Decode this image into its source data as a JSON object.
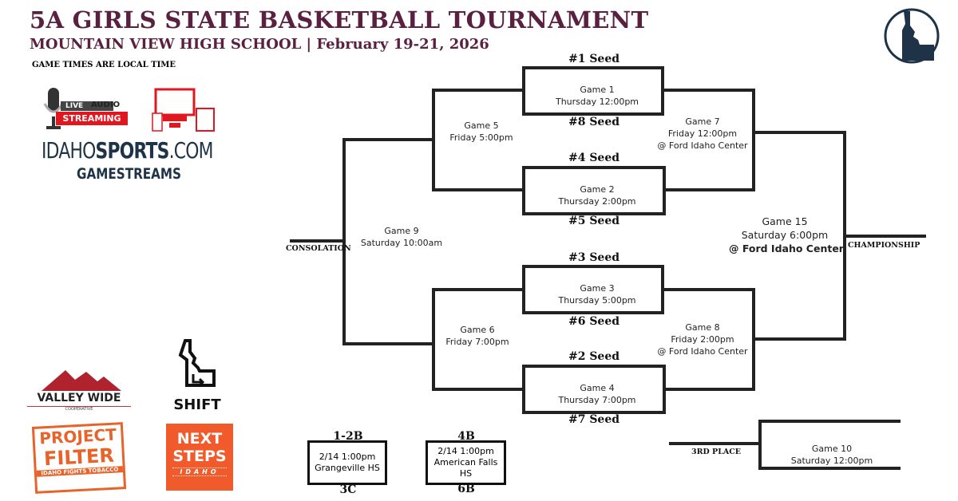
{
  "header": {
    "title": "5A GIRLS STATE BASKETBALL TOURNAMENT",
    "subtitle": "MOUNTAIN VIEW HIGH SCHOOL | February 19-21, 2026",
    "note": "GAME TIMES ARE LOCAL TIME"
  },
  "streaming": {
    "live": "LIVE",
    "audio": "AUDIO",
    "streaming": "STREAMING",
    "brand_a": "IDAHO",
    "brand_b": "SPORTS",
    "brand_c": ".COM",
    "sub": "GAMESTREAMS"
  },
  "sponsors": {
    "valley": "VALLEY WIDE",
    "valley_sub": "COOPERATIVE",
    "shift": "SHIFT",
    "pf1": "PROJECT",
    "pf2": "FILTER",
    "pf3": "IDAHO FIGHTS TOBACCO",
    "ns1": "NEXT",
    "ns2": "STEPS",
    "ns3": "IDAHO"
  },
  "seeds": {
    "s1": "#1 Seed",
    "s8": "#8 Seed",
    "s4": "#4 Seed",
    "s5": "#5 Seed",
    "s3": "#3 Seed",
    "s6": "#6 Seed",
    "s2": "#2 Seed",
    "s7": "#7 Seed"
  },
  "games": {
    "g1": {
      "name": "Game 1",
      "time": "Thursday 12:00pm"
    },
    "g2": {
      "name": "Game 2",
      "time": "Thursday 2:00pm"
    },
    "g3": {
      "name": "Game 3",
      "time": "Thursday 5:00pm"
    },
    "g4": {
      "name": "Game 4",
      "time": "Thursday 7:00pm"
    },
    "g5": {
      "name": "Game 5",
      "time": "Friday 5:00pm"
    },
    "g6": {
      "name": "Game 6",
      "time": "Friday 7:00pm"
    },
    "g7": {
      "name": "Game 7",
      "time": "Friday 12:00pm",
      "venue": "@ Ford Idaho Center"
    },
    "g8": {
      "name": "Game 8",
      "time": "Friday 2:00pm",
      "venue": "@ Ford Idaho Center"
    },
    "g9": {
      "name": "Game 9",
      "time": "Saturday 10:00am"
    },
    "g10": {
      "name": "Game 10",
      "time": "Saturday 12:00pm"
    },
    "g15": {
      "name": "Game 15",
      "time": "Saturday 6:00pm",
      "venue": "@ Ford Idaho Center"
    }
  },
  "labels": {
    "consolation": "CONSOLATION",
    "championship": "CHAMPIONSHIP",
    "third": "3RD PLACE"
  },
  "play_in": [
    {
      "top": "1-2B",
      "line1": "2/14 1:00pm",
      "line2": "Grangeville HS",
      "bottom": "3C"
    },
    {
      "top": "4B",
      "line1": "2/14 1:00pm",
      "line2": "American Falls HS",
      "bottom": "6B"
    }
  ],
  "colors": {
    "maroon": "#5a2040",
    "red": "#e0171f",
    "navy": "#1e3347",
    "orange": "#e8632a"
  }
}
